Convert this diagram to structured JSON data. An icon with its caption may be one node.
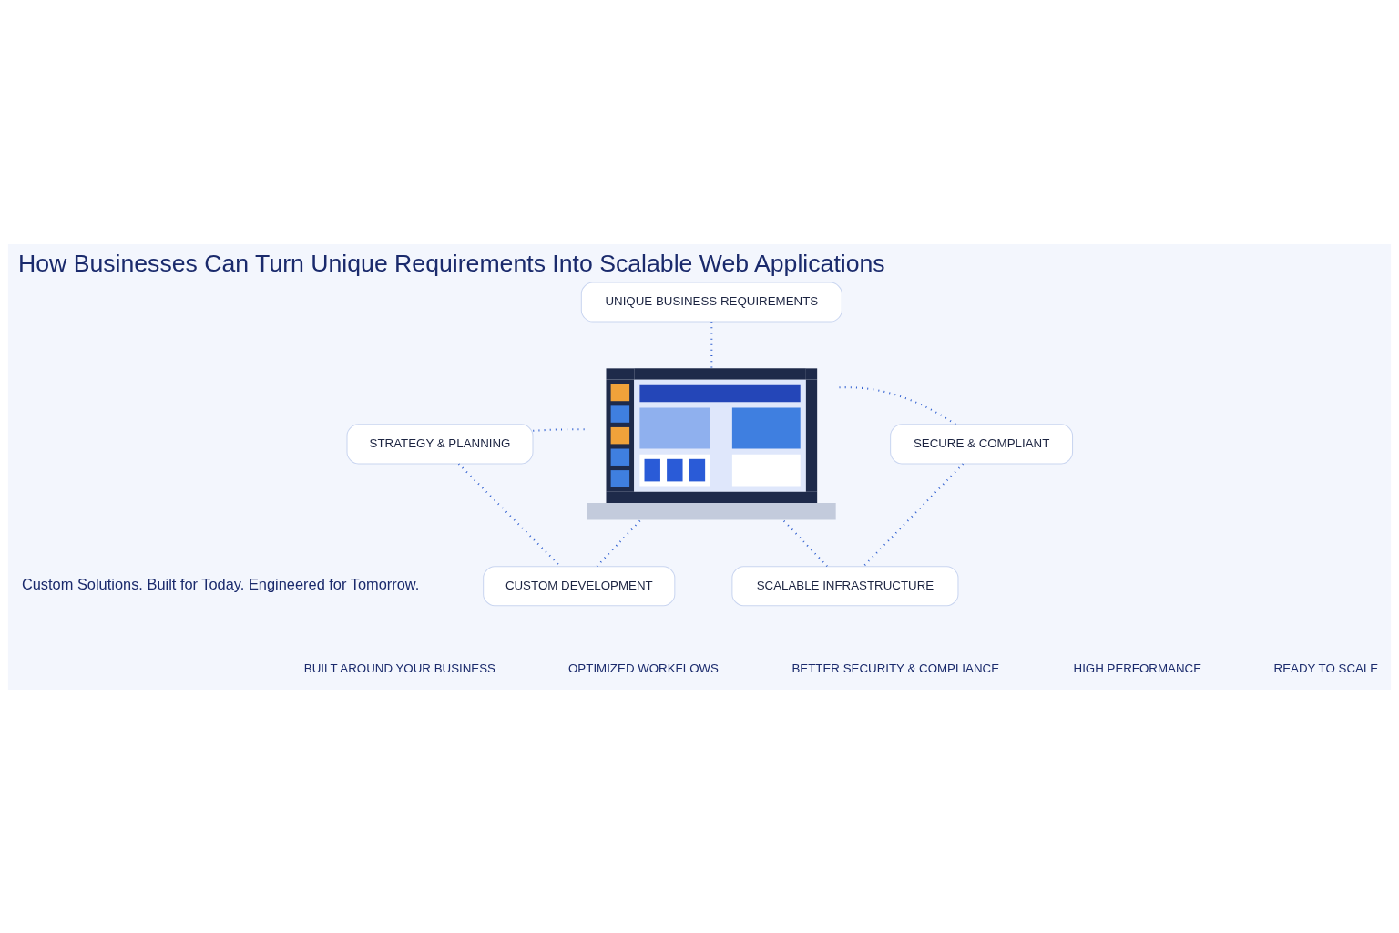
{
  "diagram": {
    "title": "How Businesses Can Turn Unique Requirements Into Scalable Web Applications",
    "nodes": [
      {
        "text": [],
        "shape": "picture"
      },
      {
        "text": [
          "UNIQUE BUSINESS REQUIREMENTS"
        ]
      },
      {
        "text": [
          "STRATEGY & PLANNING"
        ]
      },
      {
        "text": [
          "SECURE & COMPLIANT"
        ]
      },
      {
        "text": [
          "CUSTOM DEVELOPMENT"
        ]
      },
      {
        "text": [
          "SCALABLE INFRASTRUCTURE"
        ]
      }
    ],
    "edges": [
      {
        "from": 1,
        "to": 0,
        "arrow": "none"
      },
      {
        "from": 2,
        "to": 0,
        "arrow": "none"
      },
      {
        "from": 2,
        "to": 4,
        "arrow": "none"
      },
      {
        "from": 3,
        "to": 0,
        "arrow": "none"
      },
      {
        "from": 3,
        "to": 5,
        "arrow": "none"
      },
      {
        "from": 4,
        "to": 0,
        "arrow": "none"
      },
      {
        "from": 5,
        "to": 0,
        "arrow": "none"
      }
    ],
    "labels": [
      "Custom Solutions. Built for Today. Engineered for Tomorrow.",
      "BUILT AROUND YOUR BUSINESS",
      "OPTIMIZED WORKFLOWS",
      "BETTER SECURITY & COMPLIANCE",
      "HIGH PERFORMANCE",
      "READY TO SCALE"
    ]
  }
}
